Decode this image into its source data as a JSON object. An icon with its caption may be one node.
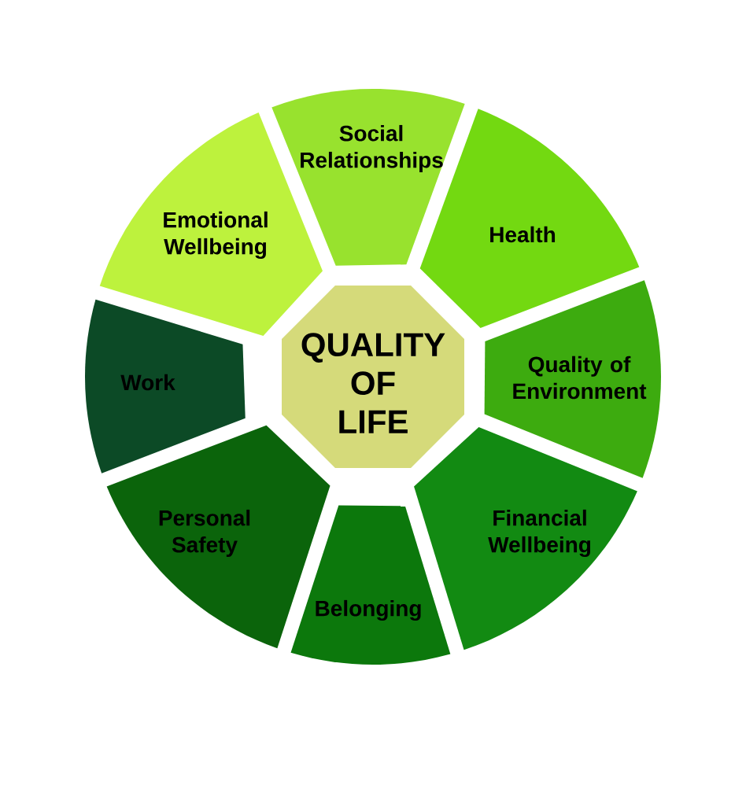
{
  "diagram": {
    "nodes": [
      {
        "text": [
          "QUALITY OF LIFE"
        ]
      },
      {
        "text": [
          "Social Relationships"
        ]
      },
      {
        "text": [
          "Health"
        ]
      },
      {
        "text": [
          "Quality of Environment"
        ]
      },
      {
        "text": [
          "Financial Wellbeing"
        ]
      },
      {
        "text": [
          "Belonging"
        ]
      },
      {
        "text": [
          "Personal Safety"
        ]
      },
      {
        "text": [
          "Work"
        ]
      },
      {
        "text": [
          "Emotional Wellbeing"
        ]
      }
    ]
  }
}
